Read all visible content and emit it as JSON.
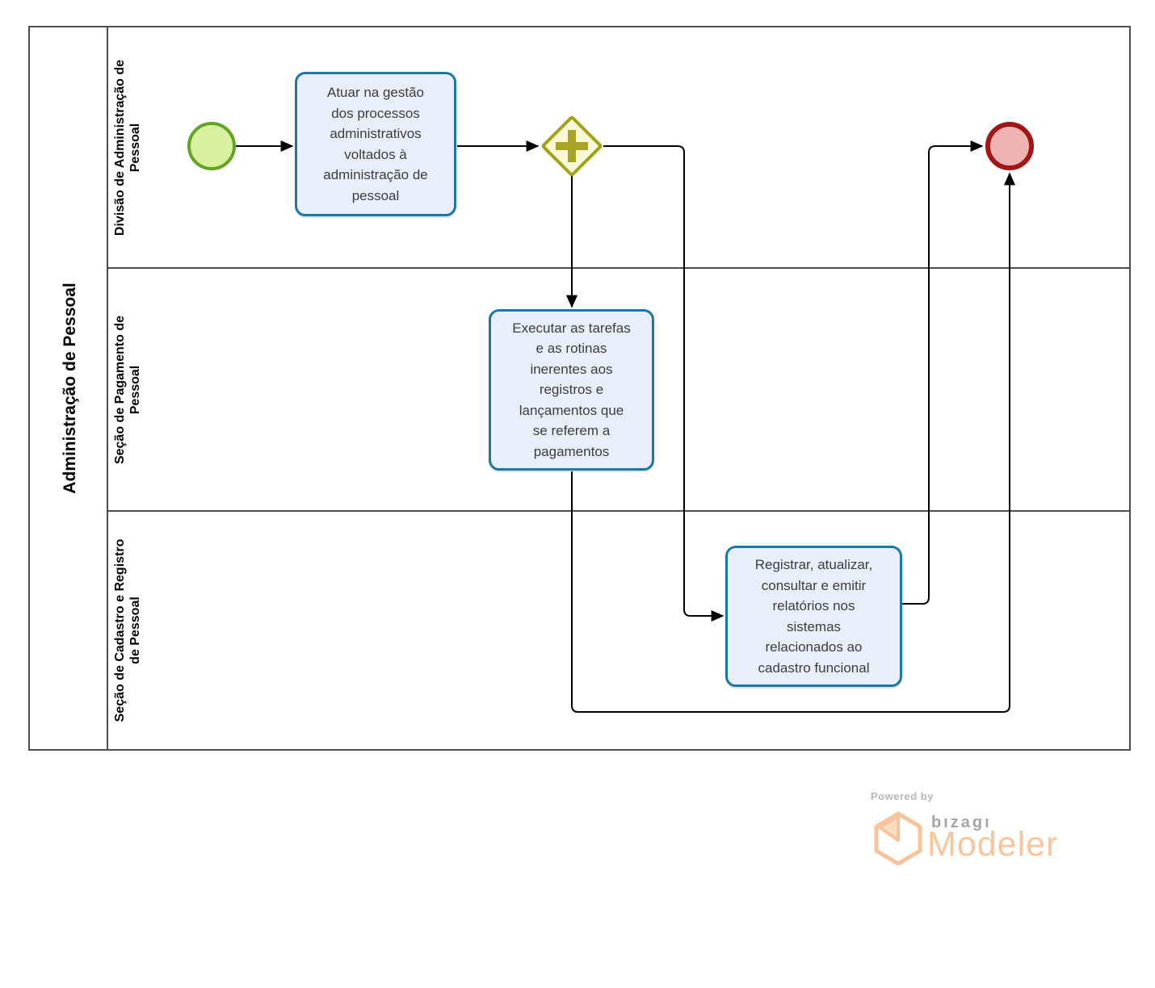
{
  "pool": {
    "title": "Administração de Pessoal",
    "lanes": [
      {
        "id": "divisao-administracao-pessoal",
        "label": "Divisão de Administração de\nPessoal"
      },
      {
        "id": "secao-pagamento-pessoal",
        "label": "Seção de Pagamento de\nPessoal"
      },
      {
        "id": "secao-cadastro-registro-pessoal",
        "label": "Seção de Cadastro e Registro\nde Pessoal"
      }
    ]
  },
  "nodes": {
    "start_event": {
      "kind": "start-event"
    },
    "task_gestao": {
      "kind": "task",
      "label": "Atuar na gestão\ndos processos\nadministrativos\nvoltados à\nadministração de\npessoal"
    },
    "gateway_parallel": {
      "kind": "parallel-gateway",
      "icon": "plus-icon"
    },
    "task_pagamentos": {
      "kind": "task",
      "label": "Executar as tarefas\ne as rotinas\ninerentes aos\nregistros e\nlançamentos  que\nse referem a\npagamentos"
    },
    "task_cadastro": {
      "kind": "task",
      "label": "Registrar, atualizar,\nconsultar e emitir\nrelatórios nos\nsistemas\nrelacionados ao\ncadastro funcional"
    },
    "end_event": {
      "kind": "end-event"
    }
  },
  "colors": {
    "task_fill": "#e9eefb",
    "task_border": "#1b77a5",
    "start_fill": "#d9f0a0",
    "start_border": "#61a524",
    "gateway_fill": "#f9f9d8",
    "gateway_border": "#a2a215",
    "gateway_plus": "#a7a428",
    "end_fill": "#f0b3b3",
    "end_border": "#a21616",
    "flow_line": "#000000",
    "lane_border": "#4d4d4d"
  },
  "footer": {
    "powered_by": "Powered by",
    "brand": "bızagı",
    "product": "Modeler"
  }
}
